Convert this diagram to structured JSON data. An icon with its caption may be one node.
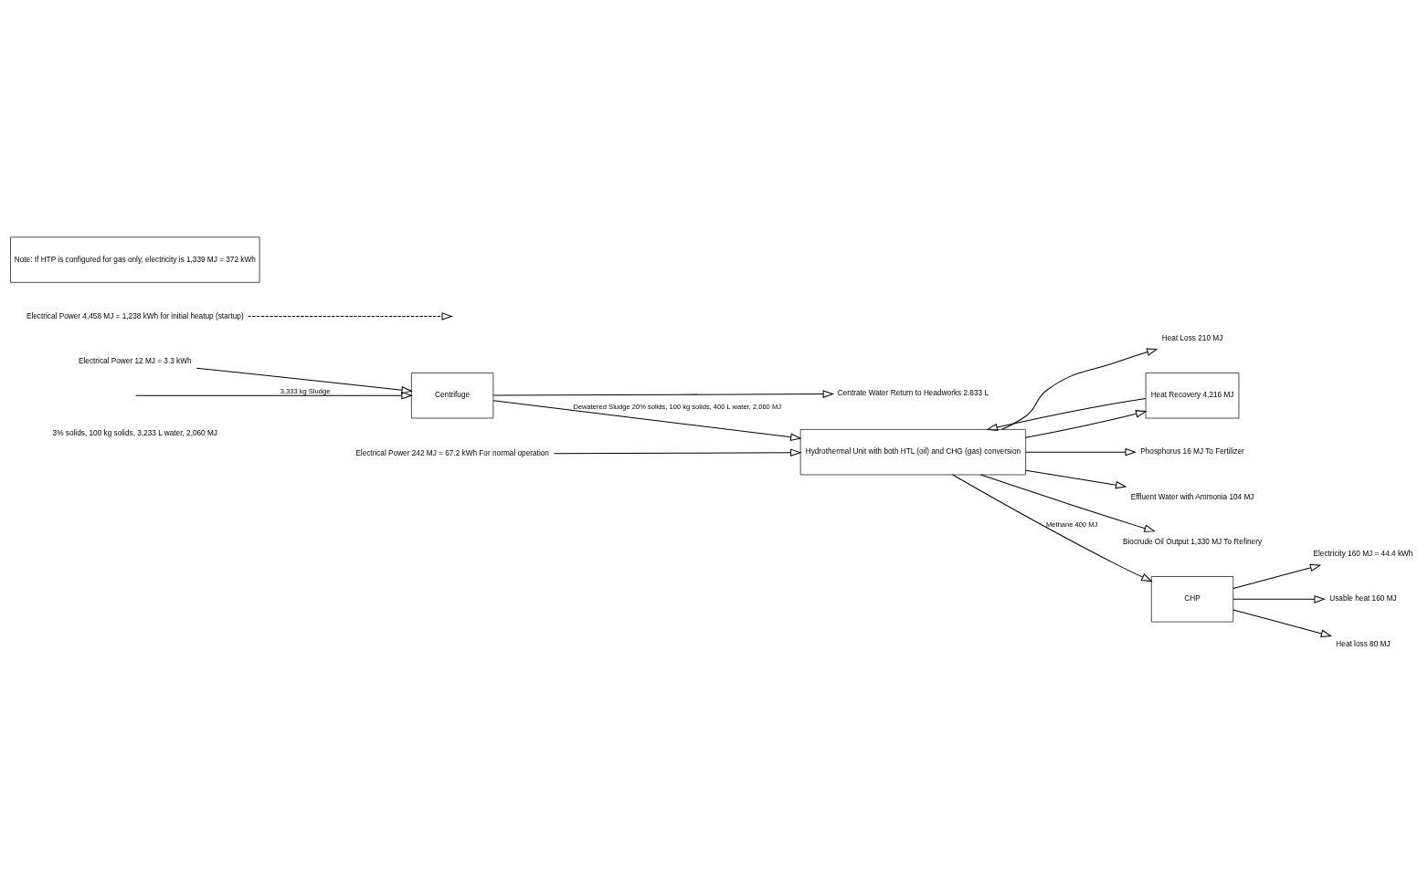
{
  "diagram": {
    "nodes": [
      {
        "text": [
          "Electrical Power 12 MJ = 3.3 kWh"
        ]
      },
      {
        "text": [
          "Centrifuge"
        ]
      },
      {
        "text": [
          "Centrate Water Return to Headworks 2.833 L"
        ]
      },
      {
        "text": [
          "Electrical Power 4,458 MJ = 1,238 kWh for initial heatup (startup)"
        ]
      },
      {
        "text": [
          "Hydrothermal Unit with both HTL (oil) and CHG (gas) conversion"
        ]
      },
      {
        "text": [
          "Electrical Power 242 MJ = 67.2 kWh For normal operation"
        ]
      },
      {
        "text": [
          "Heat Loss 210 MJ"
        ]
      },
      {
        "text": [
          "Heat Recovery 4,216 MJ"
        ]
      },
      {
        "text": [
          "Phosphorus 16 MJ To Fertilizer"
        ]
      },
      {
        "text": [
          "Effluent Water with Ammonia 104 MJ"
        ]
      },
      {
        "text": [
          "Biocrude Oil Output 1,330 MJ To Refinery"
        ]
      },
      {
        "text": [
          "CHP"
        ]
      },
      {
        "text": [
          "Electricity 160 MJ = 44.4 kWh"
        ]
      },
      {
        "text": [
          "Usable heat 160 MJ"
        ]
      },
      {
        "text": [
          "Heat loss 80 MJ"
        ]
      },
      {
        "text": [
          "Note: If HTP is configured for gas only, electricity is 1,339 MJ = 372 kWh"
        ]
      }
    ],
    "edges": [
      {
        "from": null,
        "to": 1,
        "arrow": "to",
        "label": "3,333 kg Sludge"
      },
      {
        "from": 0,
        "to": 1,
        "arrow": "to"
      },
      {
        "from": 1,
        "to": 2,
        "arrow": "to"
      },
      {
        "from": 3,
        "to": null,
        "arrow": "to",
        "style": "dashed"
      },
      {
        "from": 1,
        "to": 4,
        "arrow": "to",
        "label": "Dewatered Sludge 20% solids, 100 kg solids, 400 L water, 2,060 MJ"
      },
      {
        "from": 5,
        "to": 4,
        "arrow": "to"
      },
      {
        "from": 4,
        "to": 6,
        "arrow": "to"
      },
      {
        "from": 7,
        "to": 4,
        "arrow": "to"
      },
      {
        "from": 4,
        "to": 7,
        "arrow": "to"
      },
      {
        "from": 4,
        "to": 8,
        "arrow": "to"
      },
      {
        "from": 4,
        "to": 9,
        "arrow": "to"
      },
      {
        "from": 4,
        "to": 10,
        "arrow": "to"
      },
      {
        "from": 4,
        "to": 11,
        "arrow": "to",
        "label": "Methane 400 MJ"
      },
      {
        "from": 11,
        "to": 12,
        "arrow": "to"
      },
      {
        "from": 11,
        "to": 13,
        "arrow": "to"
      },
      {
        "from": 11,
        "to": 14,
        "arrow": "to"
      }
    ],
    "labels": [
      "3% solids, 100 kg solids, 3,233 L water, 2,060 MJ"
    ]
  }
}
